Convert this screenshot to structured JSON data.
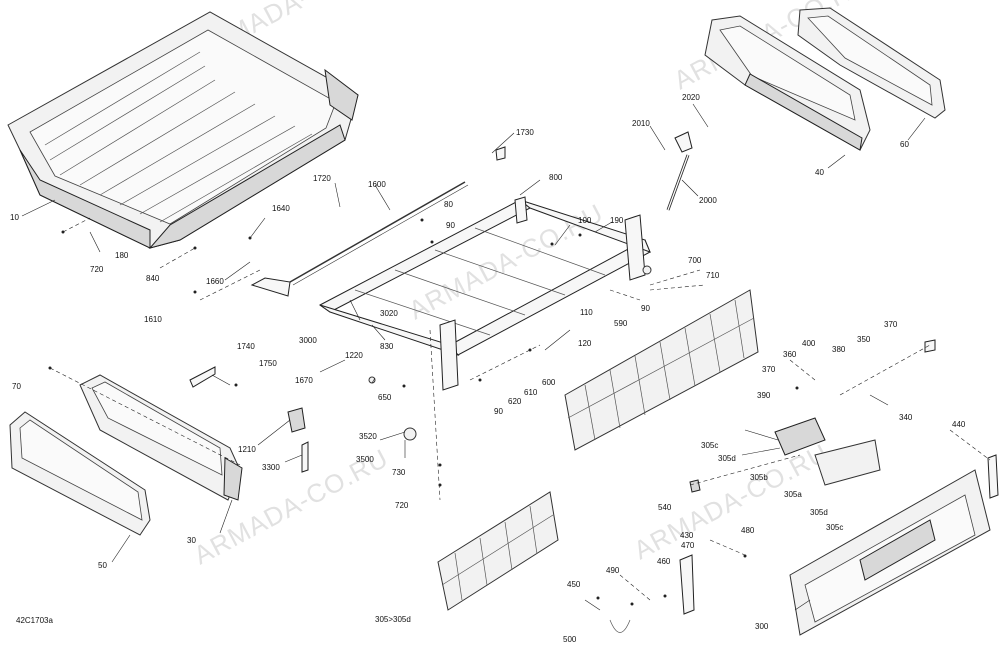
{
  "diagram": {
    "code": "42C1703a",
    "watermark": "ARMADA-CO.RU",
    "labels": {
      "l10": "10",
      "l720a": "720",
      "l180": "180",
      "l840": "840",
      "l1660": "1660",
      "l1610": "1610",
      "l1640": "1640",
      "l1720": "1720",
      "l1600": "1600",
      "l1730": "1730",
      "l80": "80",
      "l800": "800",
      "l90a": "90",
      "l100": "100",
      "l190": "190",
      "l2010": "2010",
      "l2020": "2020",
      "l2000": "2000",
      "l40": "40",
      "l60": "60",
      "l700": "700",
      "l710": "710",
      "l90b": "90",
      "l590": "590",
      "l110": "110",
      "l120": "120",
      "l600": "600",
      "l610": "610",
      "l620": "620",
      "l90c": "90",
      "l3000": "3000",
      "l3020": "3020",
      "l830": "830",
      "l1220": "1220",
      "l650": "650",
      "l1670": "1670",
      "l1740": "1740",
      "l1750": "1750",
      "l70": "70",
      "l1210": "1210",
      "l3520": "3520",
      "l3500": "3500",
      "l3300": "3300",
      "l730": "730",
      "l720b": "720",
      "l30": "30",
      "l50": "50",
      "l305d_range": "305>305d",
      "l370a": "370",
      "l350": "350",
      "l380": "380",
      "l400": "400",
      "l360": "360",
      "l370b": "370",
      "l390": "390",
      "l340": "340",
      "l305c_a": "305c",
      "l305d_a": "305d",
      "l305b": "305b",
      "l305a": "305a",
      "l305d_b": "305d",
      "l305c_b": "305c",
      "l540": "540",
      "l440": "440",
      "l430": "430",
      "l480": "480",
      "l470": "470",
      "l490": "490",
      "l460": "460",
      "l450": "450",
      "l500": "500",
      "l300": "300"
    }
  }
}
